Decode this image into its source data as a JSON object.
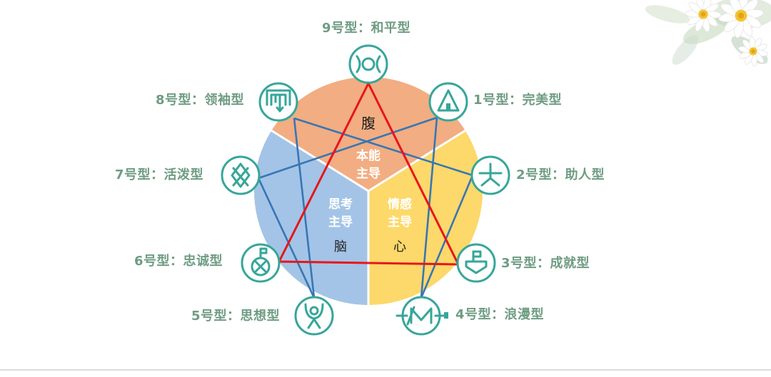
{
  "colors": {
    "gut": "#f2ad82",
    "heart": "#fdd86a",
    "head": "#a3c4e6",
    "teal": "#36a69a",
    "red_line": "#e8151b",
    "blue_line": "#3776b5",
    "label": "#6e9c82"
  },
  "centers": {
    "gut": {
      "title": "腹",
      "line1": "本能",
      "line2": "主导"
    },
    "heart": {
      "title": "心",
      "line1": "情感",
      "line2": "主导"
    },
    "head": {
      "title": "脑",
      "line1": "思考",
      "line2": "主导"
    }
  },
  "types": [
    {
      "num": 1,
      "label": "1号型：完美型",
      "icon": "triangle-tent-icon"
    },
    {
      "num": 2,
      "label": "2号型：助人型",
      "icon": "person-cross-icon"
    },
    {
      "num": 3,
      "label": "3号型：成就型",
      "icon": "flag-trophy-icon"
    },
    {
      "num": 4,
      "label": "4号型：浪漫型",
      "icon": "heartbeat-m-icon"
    },
    {
      "num": 5,
      "label": "5号型：思想型",
      "icon": "thinker-figure-icon"
    },
    {
      "num": 6,
      "label": "6号型：忠诚型",
      "icon": "flag-shield-icon"
    },
    {
      "num": 7,
      "label": "7号型：活泼型",
      "icon": "diamond-x-icon"
    },
    {
      "num": 8,
      "label": "8号型：领袖型",
      "icon": "gate-arrow-icon"
    },
    {
      "num": 9,
      "label": "9号型：和平型",
      "icon": "eye-circle-icon"
    }
  ],
  "connections": {
    "triangle": [
      [
        3,
        6
      ],
      [
        6,
        9
      ],
      [
        9,
        3
      ]
    ],
    "hexad": [
      [
        1,
        4
      ],
      [
        4,
        2
      ],
      [
        2,
        8
      ],
      [
        8,
        5
      ],
      [
        5,
        7
      ],
      [
        7,
        1
      ]
    ]
  },
  "decoration": {
    "corner": "flower-bouquet-decoration"
  }
}
